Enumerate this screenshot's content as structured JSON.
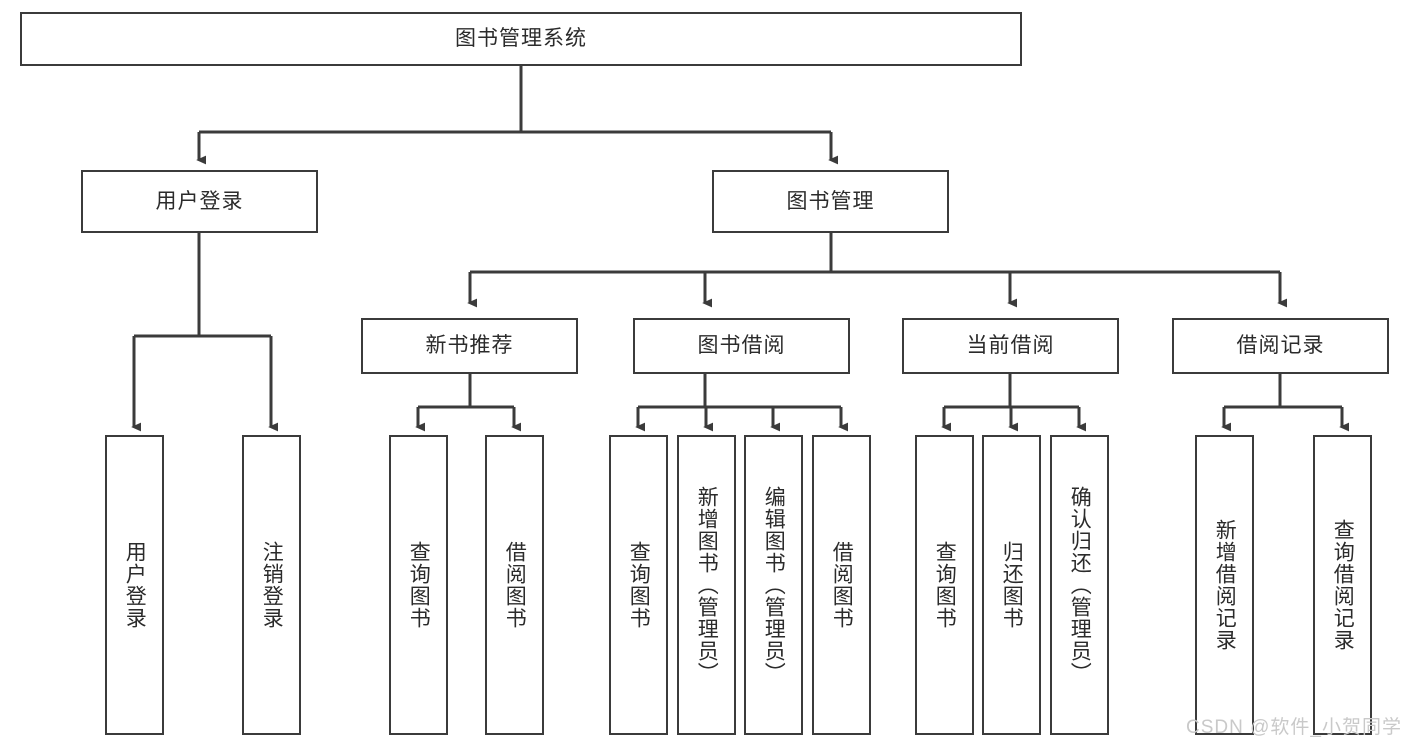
{
  "diagram": {
    "title_node": {
      "label": "图书管理系统"
    },
    "level1": [
      {
        "id": "user-login",
        "label": "用户登录"
      },
      {
        "id": "book-manage",
        "label": "图书管理"
      }
    ],
    "level2": [
      {
        "id": "new-book-recommend",
        "label": "新书推荐"
      },
      {
        "id": "book-borrow",
        "label": "图书借阅"
      },
      {
        "id": "current-borrow",
        "label": "当前借阅"
      },
      {
        "id": "borrow-record",
        "label": "借阅记录"
      }
    ],
    "leaves": [
      {
        "id": "leaf-user-login",
        "label": "用户登录"
      },
      {
        "id": "leaf-logout-login",
        "label": "注销登录"
      },
      {
        "id": "leaf-query-book-1",
        "label": "查询图书"
      },
      {
        "id": "leaf-borrow-book-1",
        "label": "借阅图书"
      },
      {
        "id": "leaf-query-book-2",
        "label": "查询图书"
      },
      {
        "id": "leaf-add-book",
        "label": "新增图书（管理员）"
      },
      {
        "id": "leaf-edit-book",
        "label": "编辑图书（管理员）"
      },
      {
        "id": "leaf-borrow-book-2",
        "label": "借阅图书"
      },
      {
        "id": "leaf-query-book-3",
        "label": "查询图书"
      },
      {
        "id": "leaf-return-book",
        "label": "归还图书"
      },
      {
        "id": "leaf-confirm-return",
        "label": "确认归还（管理员）"
      },
      {
        "id": "leaf-add-borrow-record",
        "label": "新增借阅记录"
      },
      {
        "id": "leaf-query-borrow-record",
        "label": "查询借阅记录"
      }
    ],
    "colors": {
      "line": "#3b3b3b",
      "box_border": "#3b3b3b",
      "box_fill": "#ffffff",
      "text": "#2b2b2b",
      "watermark": "#c9c9c9",
      "background": "#ffffff"
    }
  },
  "watermark": {
    "text": "CSDN @软件_小贺同学"
  }
}
